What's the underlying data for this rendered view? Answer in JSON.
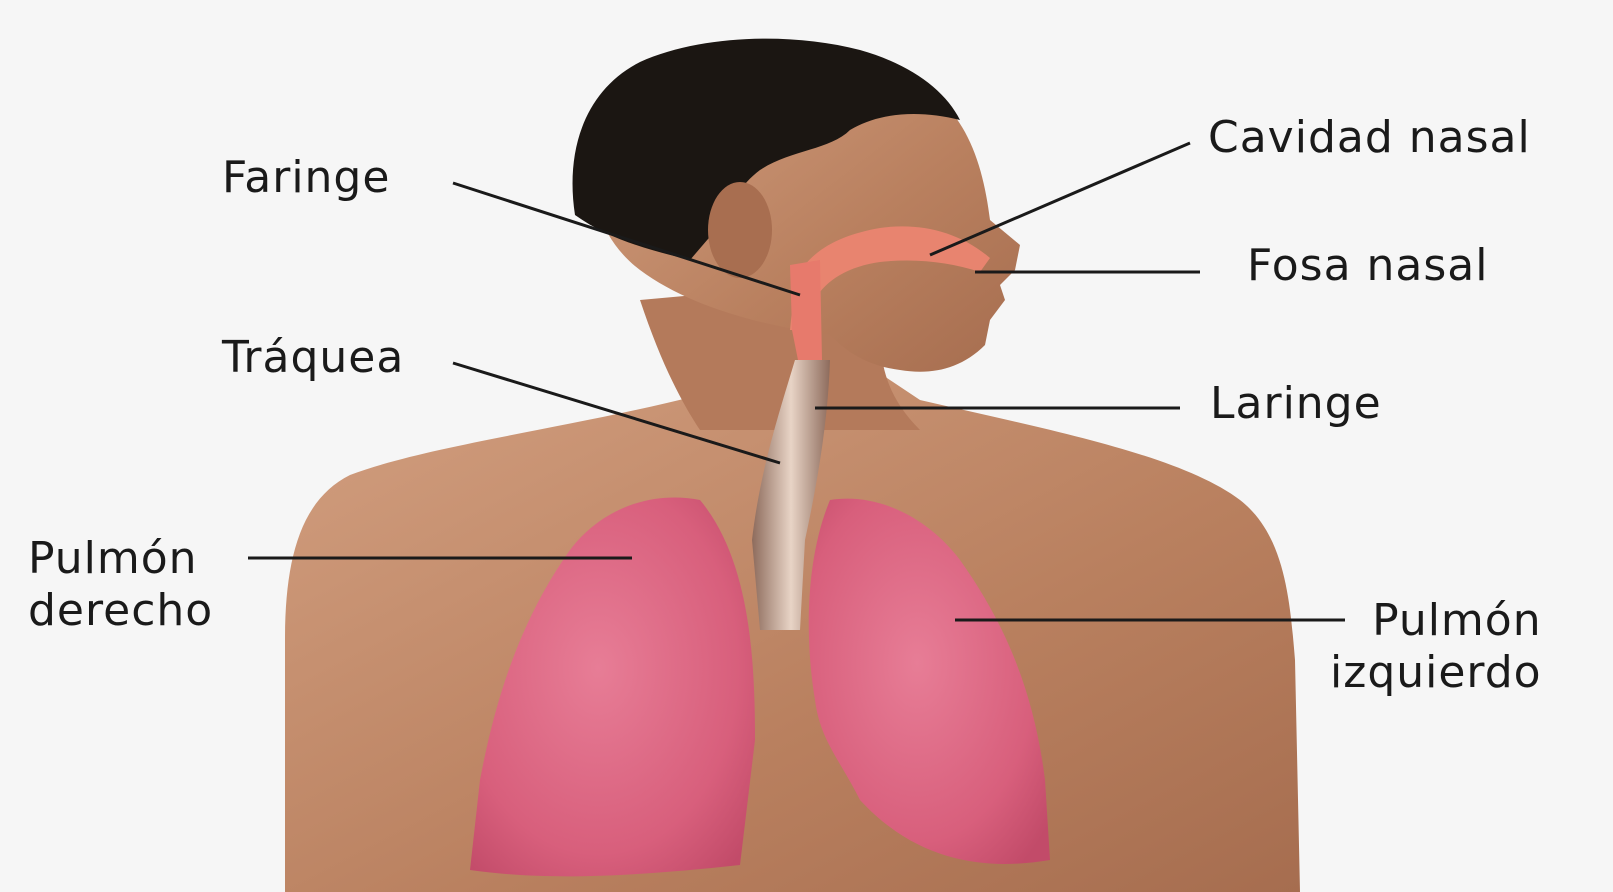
{
  "labels": {
    "faringe": "Faringe",
    "traquea": "Tráquea",
    "pulmon_derecho": "Pulmón\nderecho",
    "cavidad_nasal": "Cavidad nasal",
    "fosa_nasal": "Fosa nasal",
    "laringe": "Laringe",
    "pulmon_izquierdo": "Pulmón\nizquierdo"
  },
  "colors": {
    "background": "#f6f6f6",
    "skin": "#c98e6e",
    "lung": "#d9617e",
    "airway": "#e77a6c",
    "leader_line": "#1a1a1a"
  }
}
